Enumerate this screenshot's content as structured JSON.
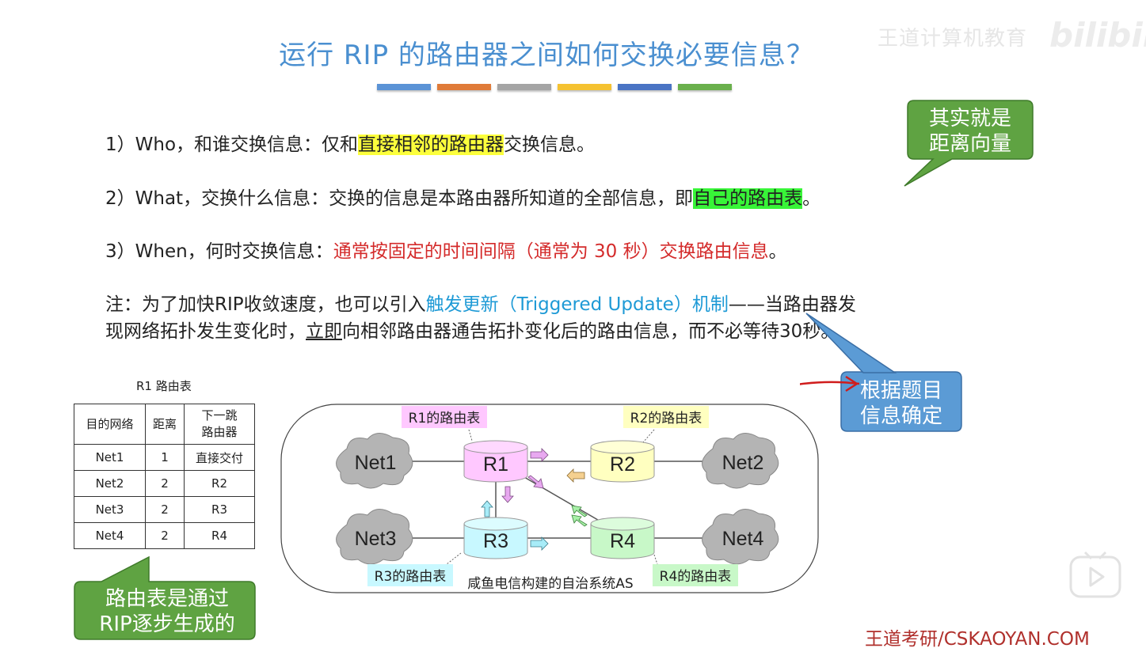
{
  "title": "运行 RIP 的路由器之间如何交换必要信息？",
  "watermark": "王道计算机教育",
  "watermark_logo": "bilibili",
  "accent_bars": [
    "#5b93d6",
    "#e07b39",
    "#a5a5a5",
    "#f5c231",
    "#4a74c4",
    "#6ab04c"
  ],
  "points": [
    {
      "prefix": "1）Who，和谁交换信息：仅和",
      "highlight": "直接相邻的路由器",
      "suffix": "交换信息。"
    },
    {
      "prefix": "2）What，交换什么信息：交换的信息是本路由器所知道的全部信息，即",
      "highlight": "自己的路由表",
      "suffix": "。"
    },
    {
      "prefix": "3）When，何时交换信息：",
      "red": "通常按固定的时间间隔（通常为 30 秒）交换路由信息",
      "suffix": "。"
    }
  ],
  "note": {
    "prefix": "注：为了加快RIP收敛速度，也可以引入",
    "blue": "触发更新（Triggered Update）机制",
    "after_blue": "——当路由器发",
    "line2_prefix": "现网络拓扑发生变化时，",
    "underlined": "立即",
    "line2_suffix": "向相邻路由器通告拓扑变化后的路由信息，而不必等待30秒。"
  },
  "callouts": {
    "distance_vector": {
      "line1": "其实就是",
      "line2": "距离向量"
    },
    "determine": {
      "line1": "根据题目",
      "line2": "信息确定"
    },
    "rip_built": {
      "line1": "路由表是通过",
      "line2": "RIP逐步生成的"
    }
  },
  "routing_table": {
    "title": "R1 路由表",
    "headers": [
      "目的网络",
      "距离",
      "下一跳\n路由器"
    ],
    "header_line1": "下一跳",
    "header_line2": "路由器",
    "rows": [
      [
        "Net1",
        "1",
        "直接交付"
      ],
      [
        "Net2",
        "2",
        "R2"
      ],
      [
        "Net3",
        "2",
        "R3"
      ],
      [
        "Net4",
        "2",
        "R4"
      ]
    ]
  },
  "topology": {
    "as_label": "咸鱼电信构建的自治系统AS",
    "networks": [
      "Net1",
      "Net2",
      "Net3",
      "Net4"
    ],
    "routers": [
      "R1",
      "R2",
      "R3",
      "R4"
    ],
    "table_labels": [
      "R1的路由表",
      "R2的路由表",
      "R3的路由表",
      "R4的路由表"
    ],
    "colors": {
      "R1": "#ffc8ff",
      "R2": "#ffffc0",
      "R3": "#c8f8ff",
      "R4": "#c8f8c8"
    }
  },
  "brand": "王道考研/CSKAOYAN.COM"
}
